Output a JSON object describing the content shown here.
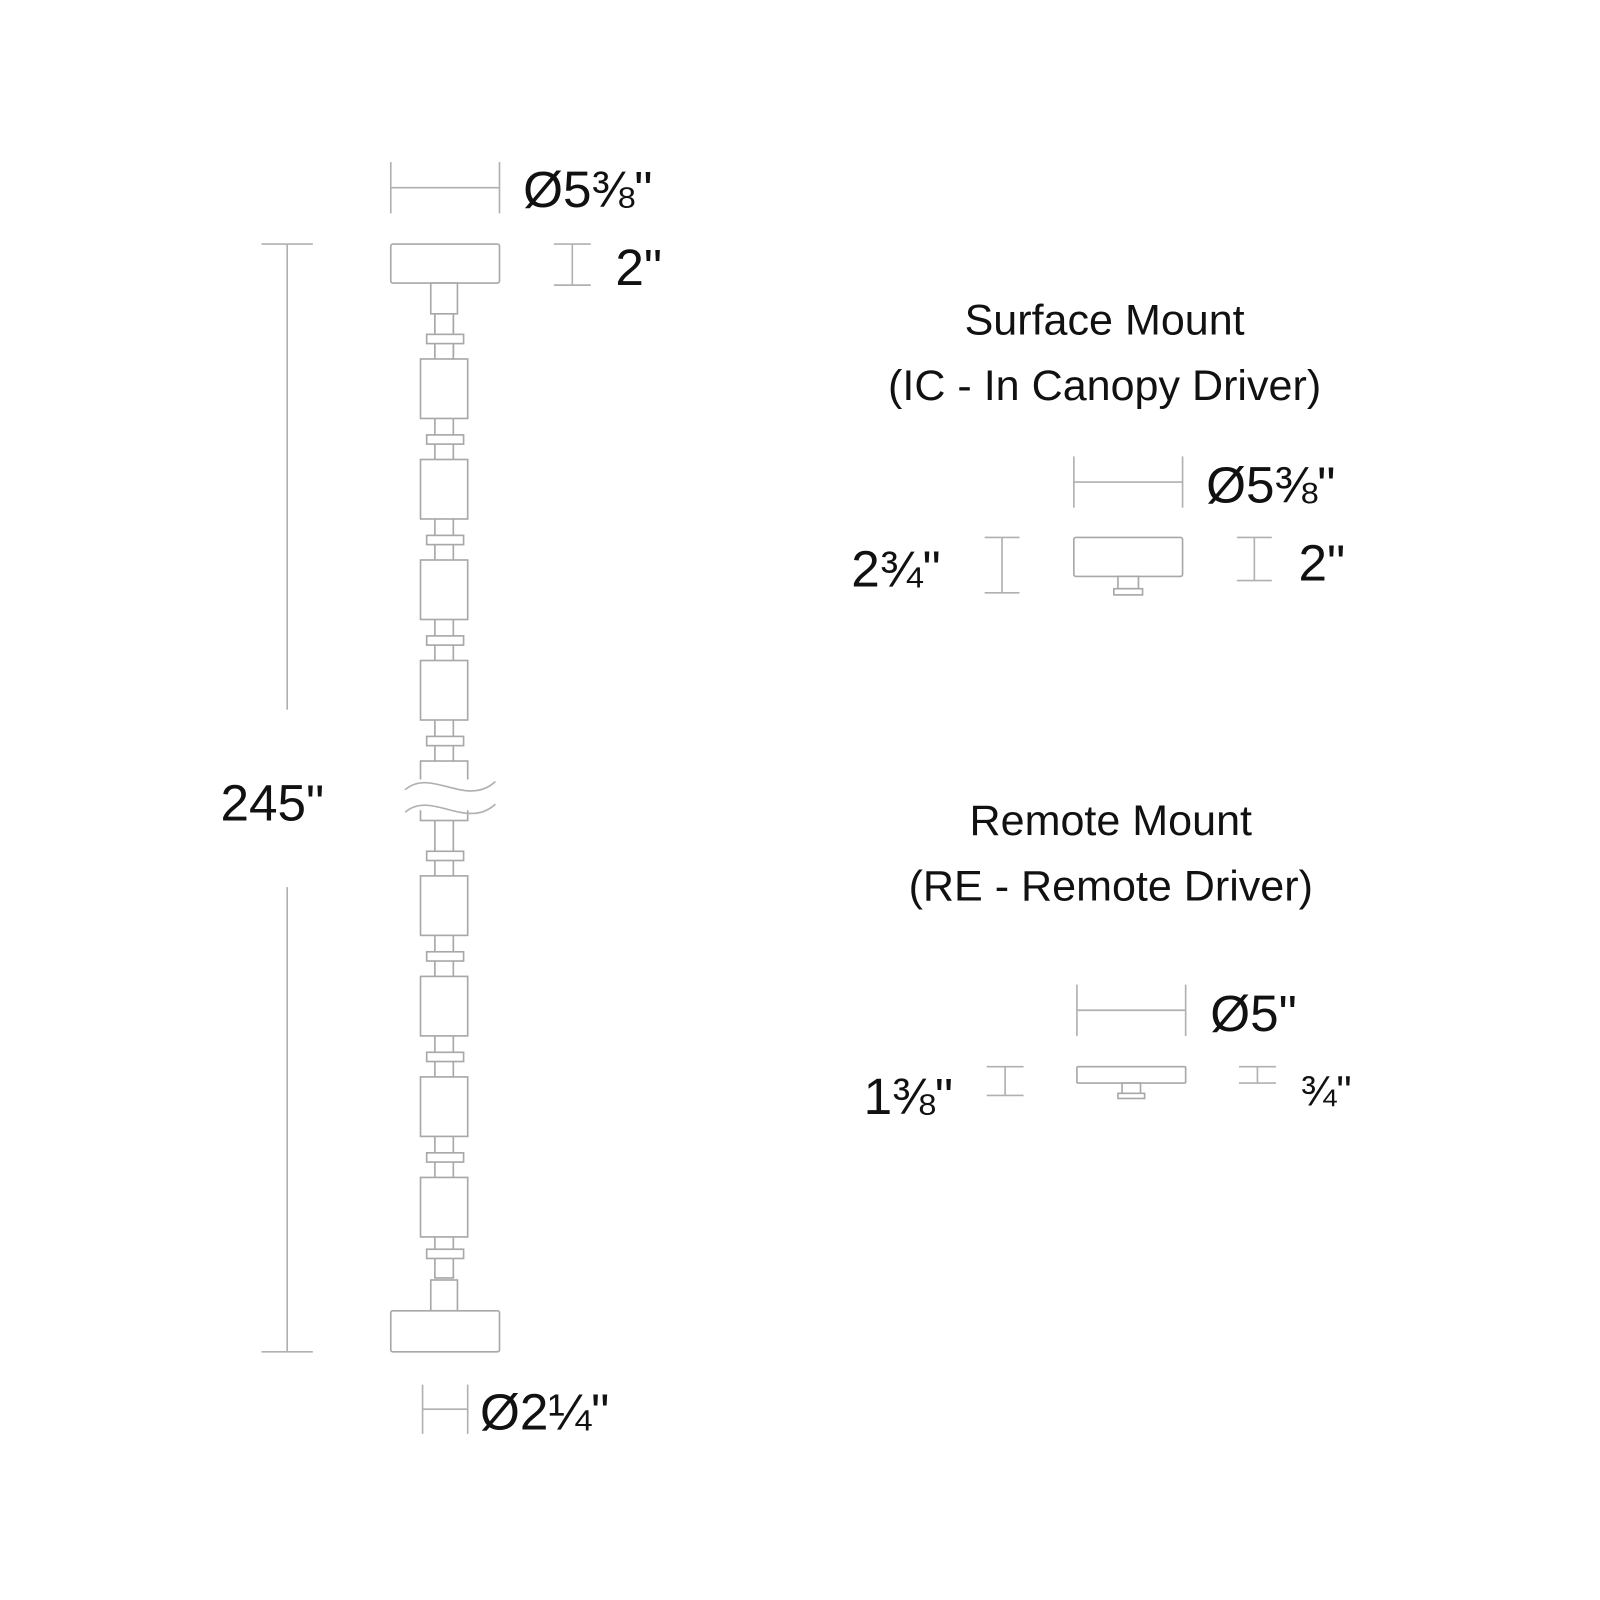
{
  "pendant": {
    "canopy_diameter": "Ø5⅜\"",
    "canopy_height": "2\"",
    "overall_length": "245\"",
    "base_diameter": "Ø2¼\""
  },
  "surface_mount": {
    "title": "Surface Mount",
    "subtitle": "(IC - In Canopy Driver)",
    "diameter": "Ø5⅜\"",
    "overall_height": "2¾\"",
    "canopy_height": "2\""
  },
  "remote_mount": {
    "title": "Remote Mount",
    "subtitle": "(RE - Remote Driver)",
    "diameter": "Ø5\"",
    "overall_height": "1⅜\"",
    "canopy_height": "¾\""
  }
}
